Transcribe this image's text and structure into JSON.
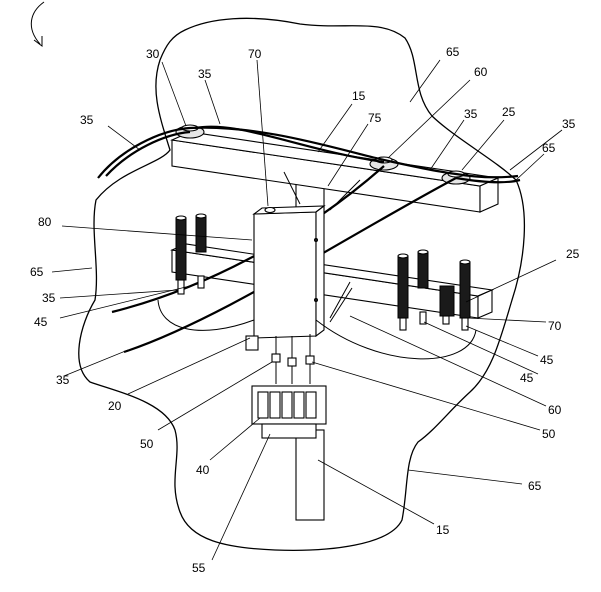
{
  "labels": {
    "l_70_top": "70",
    "l_30": "30",
    "l_35_top": "35",
    "l_65_top": "65",
    "l_60_top": "60",
    "l_15_top": "15",
    "l_75": "75",
    "l_35_left": "35",
    "l_35_mid": "35",
    "l_25_top": "25",
    "l_35_right": "35",
    "l_65_right": "65",
    "l_80": "80",
    "l_65_left": "65",
    "l_25_right": "25",
    "l_35_left2": "35",
    "l_45_left": "45",
    "l_70_right": "70",
    "l_45_r1": "45",
    "l_45_r2": "45",
    "l_35_bottom": "35",
    "l_20": "20",
    "l_60_bottom": "60",
    "l_50_left": "50",
    "l_50_right": "50",
    "l_40": "40",
    "l_65_bottom": "65",
    "l_15_bottom": "15",
    "l_55": "55"
  }
}
